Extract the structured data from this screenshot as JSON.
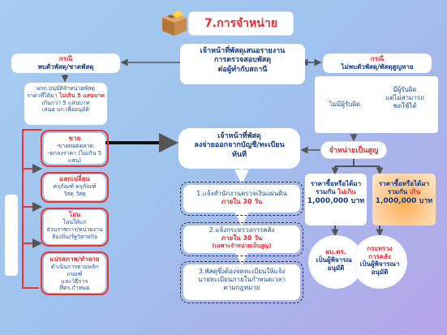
{
  "title": "7.การจำหน่าย",
  "center_top": {
    "lines": [
      "เจ้าหน้าที่พัสดุเสนอรายงาน",
      "การตรวจสอบพัสดุ",
      "ต่อผู้ทำกับสถานี"
    ]
  },
  "left_case": {
    "label": "กรณี",
    "text": "พบตัวพัสดุ/ชาดพัสดุ"
  },
  "left_note": {
    "line1": "ผกก.อนุมัติจำหน่ายพัสดุ",
    "line2a": "ราคาที่ได้มา",
    "line2b": "ไม่เกิน 5 แสนบาท",
    "line3": "เกินกว่า 5 แสนบาท",
    "line4": "เสนอ บก.เพื่ออนุมัติ"
  },
  "sell": {
    "head": "ขาย",
    "l1": "-ขายทอดตลาด",
    "l2": "-ตกลงราคา (ไม่เกิน 5 แสน)"
  },
  "exchange": {
    "head": "แลกเปลี่ยน",
    "l1": "ครุภัณฑ์      ครุภัณฑ์",
    "l2": "วัสดุ      วัสดุ"
  },
  "transfer": {
    "head": "โอน",
    "l1": "โอนให้แก่",
    "l2": "ส่วนราชการ/หน่วยงาน",
    "l3": "ท้องถิ่น/รัฐวิสาหกิจ"
  },
  "convert": {
    "head": "แปรสภาพ/ทำลาย",
    "l1": "ดำเนินการตามหลักเกณฑ์",
    "l2": "และวิธีการ",
    "l3": "ที่ตร.กำหนด"
  },
  "side_label": "",
  "center_mid": {
    "lines": [
      "เจ้าหน้าที่พัสดุ",
      "ลงจ่ายออกจากบัญชี/ทะเบียน",
      "ทันที"
    ]
  },
  "step1": {
    "text": "1.แจ้งสำนักงานตรวจเงินแผ่นดิน",
    "red": "ภายใน 30 วัน"
  },
  "step2": {
    "text": "2.แจ้งกระทรวงการคลัง",
    "red": "ภายใน 30 วัน",
    "red2": "(เฉพาะจำหน่ายเป็นสูญ)"
  },
  "step3": {
    "l1": "3.พัสดุซึ่งต้องจดทะเบียนให้แจ้ง",
    "l2": "นายทะเบียนภายในกำหนดเวลา",
    "l3": "ตามกฎหมาย"
  },
  "right_case": {
    "label": "กรณี",
    "text": "ไม่พบตัวพัสดุ/พัสดุสูญหาย"
  },
  "no_resp": "ไม่มีผู้รับผิด",
  "resp": {
    "l1": "มีผู้รับผิด",
    "l2": "แต่ไม่สามารถ",
    "l3": "ชดใช้ได้"
  },
  "write_off": "จำหน่ายเป็นสูญ",
  "price_low": {
    "l1": "ราคาซื้อหรือได้มา",
    "l2a": "รวมกัน",
    "l2b": "ไม่เกิน",
    "l3": "1,000,000 บาท"
  },
  "price_high": {
    "l1": "ราคาซื้อหรือได้มา",
    "l2a": "รวมกัน",
    "l2b": "เกิน",
    "l3": "1,000,000 บาท"
  },
  "approve_low": {
    "l1": "ผบ.ตร.",
    "l2": "เป็นผู้พิจารณา",
    "l3": "อนุมัติ"
  },
  "approve_high": {
    "l1": "กระทรวง",
    "l1b": "การคลัง",
    "l2": "เป็นผู้พิจารณา",
    "l3": "อนุมัติ"
  },
  "icon": "package-box-icon"
}
